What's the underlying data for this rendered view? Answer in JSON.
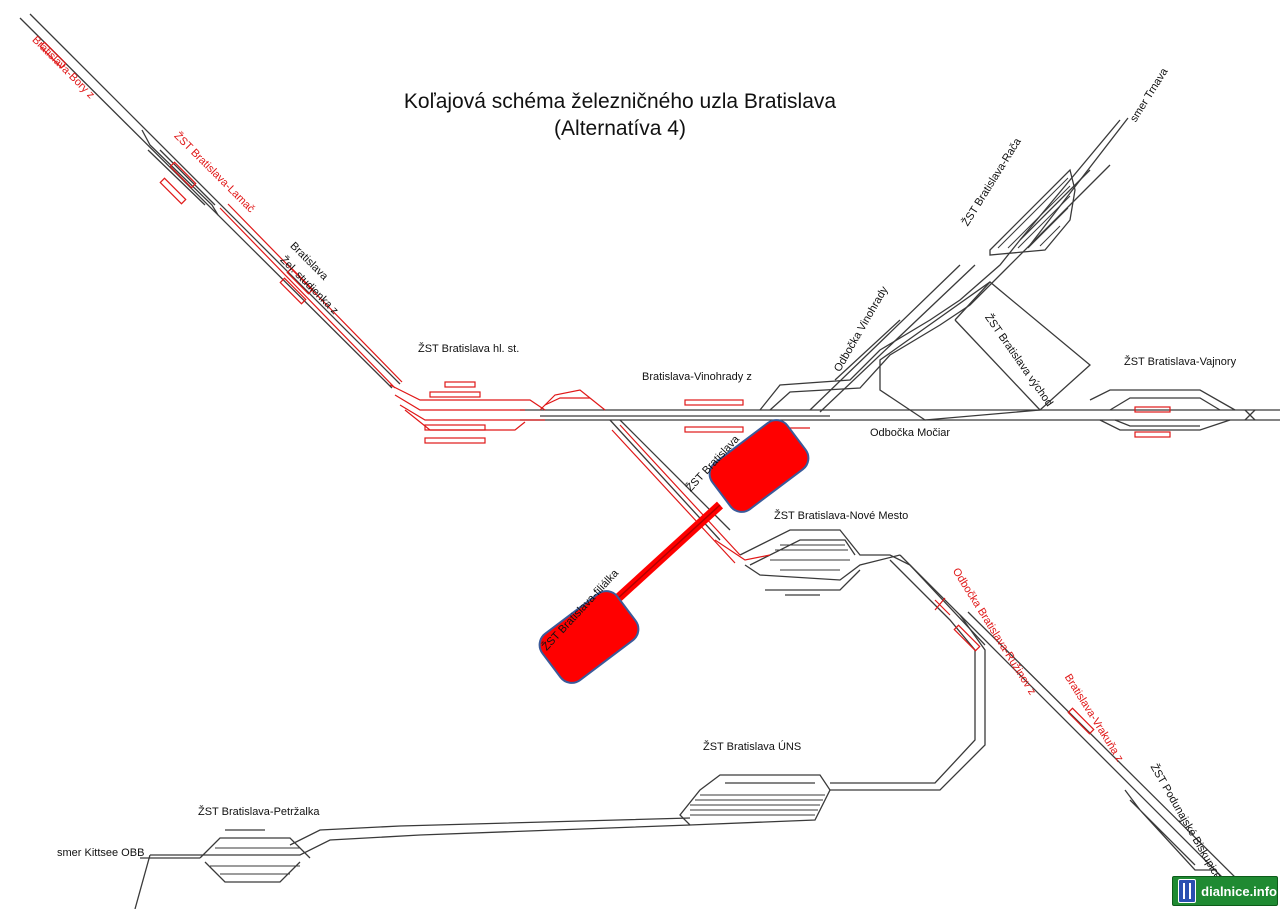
{
  "title": {
    "line1": "Koľajová schéma železničného uzla Bratislava",
    "line2": "(Alternatíva 4)"
  },
  "labels": {
    "bory": "Bratislava-Bory z",
    "lamac": "ŽST Bratislava-Lamač",
    "zel_studienka_1": "Bratislava",
    "zel_studienka_2": "Žel. studienka z",
    "hl_st": "ŽST Bratislava hl. st.",
    "vinohrady_z": "Bratislava-Vinohrady z",
    "odbocka_vinohrady": "Odbočka Vinohrady",
    "raca": "ŽST Bratislava-Rača",
    "smer_trnava": "smer Trnava",
    "vychod": "ŽST Bratislava východ",
    "vajnory": "ŽST Bratislava-Vajnory",
    "mociar": "Odbočka Močiar",
    "filiálka_top": "ŽST Bratislava",
    "nove_mesto": "ŽST Bratislava-Nové Mesto",
    "filiálka_bottom": "ŽST Bratislava-filiálka",
    "ruzinov": "Odbočka Bratislava-Ružinov z",
    "vrakuna": "Bratislava-Vrakuňa z",
    "podunajske": "ŽST Podunajské Biskupice",
    "uns": "ŽST Bratislava ÚNS",
    "petrzalka": "ŽST Bratislava-Petržalka",
    "kittsee": "smer Kittsee OBB"
  },
  "badge": {
    "text": "dialnice.info",
    "icon": "motorway-icon"
  },
  "colors": {
    "track": "#3a3a3a",
    "new_track": "#e01818",
    "station_block": "#ff0000",
    "block_border": "#3a5a9a"
  }
}
